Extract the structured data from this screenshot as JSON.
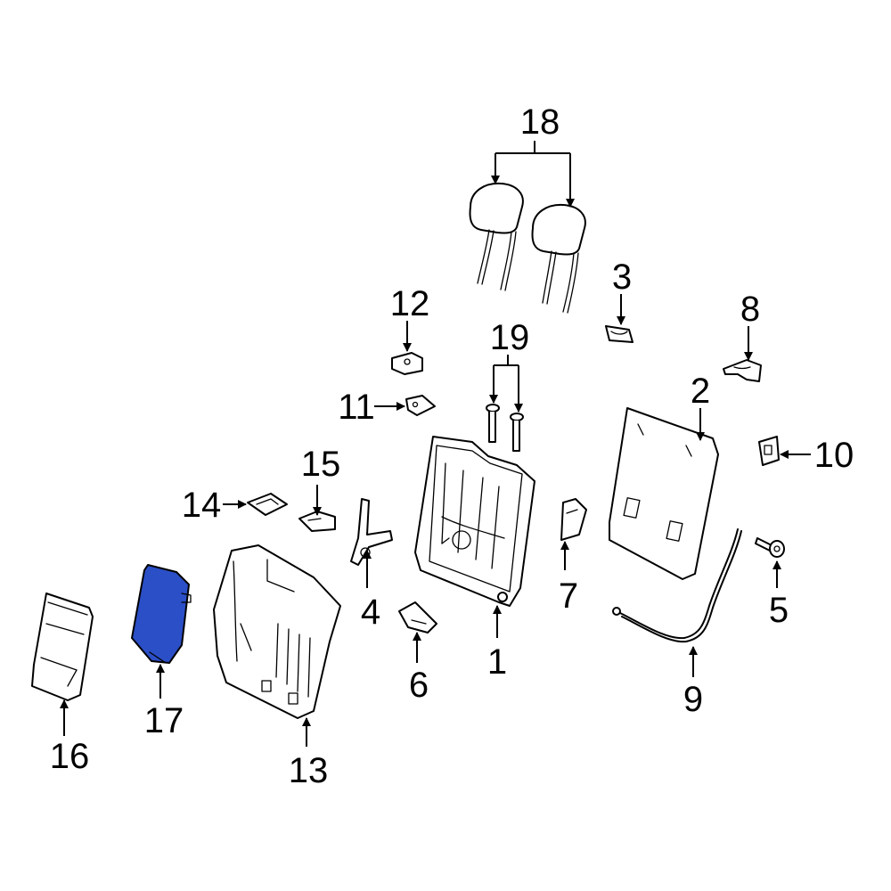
{
  "diagram": {
    "highlight_color": "#2b4fc7",
    "highlighted_part": "17",
    "callouts": {
      "c1": "1",
      "c2": "2",
      "c3": "3",
      "c4": "4",
      "c5": "5",
      "c6": "6",
      "c7": "7",
      "c8": "8",
      "c9": "9",
      "c10": "10",
      "c11": "11",
      "c12": "12",
      "c13": "13",
      "c14": "14",
      "c15": "15",
      "c16": "16",
      "c17": "17",
      "c18": "18",
      "c19": "19"
    }
  }
}
